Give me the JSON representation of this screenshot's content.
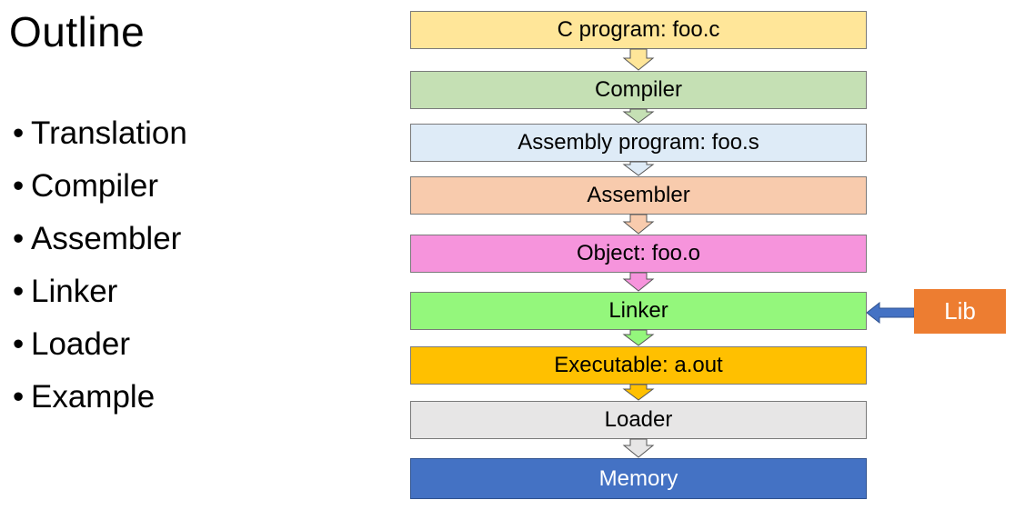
{
  "slide": {
    "title": "Outline",
    "bullets": [
      "Translation",
      "Compiler",
      "Assembler",
      "Linker",
      "Loader",
      "Example"
    ],
    "bullet_char": "•"
  },
  "flow": {
    "boxes": [
      {
        "label": "C program: foo.c",
        "fill": "#ffe699",
        "text_color": "#000000"
      },
      {
        "label": "Compiler",
        "fill": "#c5e0b4",
        "text_color": "#000000"
      },
      {
        "label": "Assembly program: foo.s",
        "fill": "#deebf7",
        "text_color": "#000000"
      },
      {
        "label": "Assembler",
        "fill": "#f8cbad",
        "text_color": "#000000"
      },
      {
        "label": "Object: foo.o",
        "fill": "#f694dc",
        "text_color": "#000000"
      },
      {
        "label": "Linker",
        "fill": "#94f77c",
        "text_color": "#000000"
      },
      {
        "label": "Executable: a.out",
        "fill": "#ffc000",
        "text_color": "#000000"
      },
      {
        "label": "Loader",
        "fill": "#e7e6e6",
        "text_color": "#000000"
      },
      {
        "label": "Memory",
        "fill": "#4472c4",
        "text_color": "#ffffff"
      }
    ],
    "arrow_colors": [
      "#ffe699",
      "#c5e0b4",
      "#deebf7",
      "#f8cbad",
      "#f694dc",
      "#94f77c",
      "#ffc000",
      "#e7e6e6"
    ]
  },
  "library": {
    "label": "Lib",
    "fill": "#ed7d31",
    "arrow_color": "#4472c4"
  }
}
